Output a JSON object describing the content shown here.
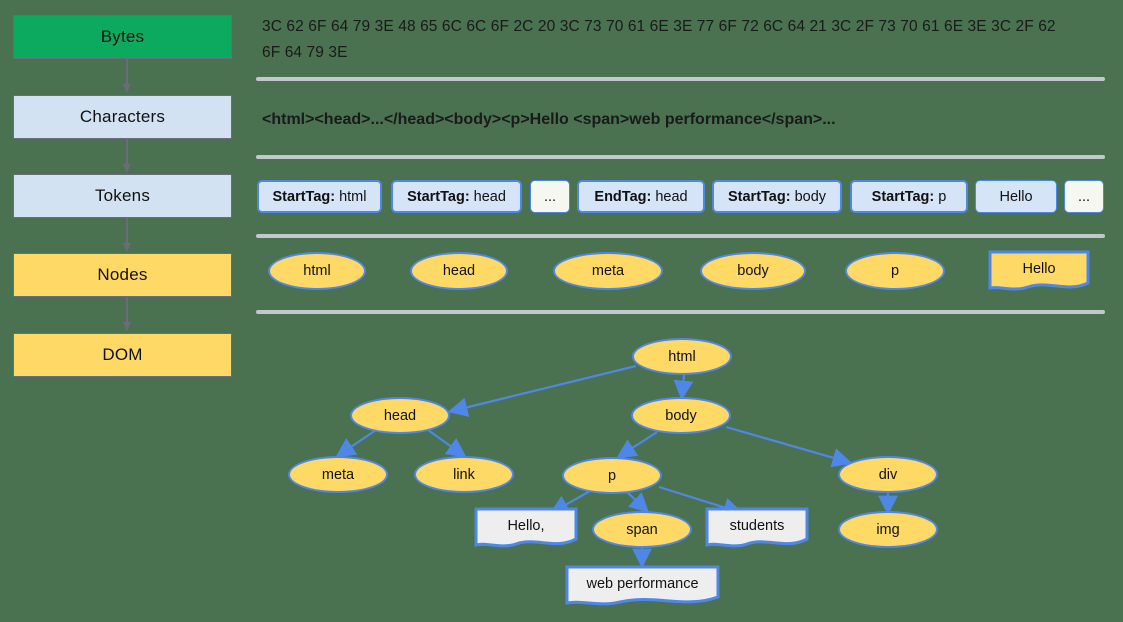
{
  "colors": {
    "background": "#4a7150",
    "bytes_fill": "#0caa5f",
    "stage_blue_fill": "#d3e2f3",
    "stage_gold_fill": "#ffd966",
    "node_fill": "#ffd966",
    "node_stroke": "#4f87e8",
    "text_node_fill": "#eeeeee",
    "divider": "#c2c8cc",
    "edge": "#4f87e8",
    "pipeline_arrow": "#6b6b7b"
  },
  "pipeline": {
    "steps": [
      {
        "label": "Bytes",
        "style": "green"
      },
      {
        "label": "Characters",
        "style": "blue"
      },
      {
        "label": "Tokens",
        "style": "blue"
      },
      {
        "label": "Nodes",
        "style": "gold"
      },
      {
        "label": "DOM",
        "style": "gold"
      }
    ]
  },
  "bytes_row": {
    "text": "3C 62 6F 64 79 3E 48 65 6C 6C 6F 2C 20 3C 73 70 61 6E 3E 77 6F 72 6C 64 21 3C 2F 73 70 61 6E 3E 3C 2F 62 6F 64 79 3E"
  },
  "characters_row": {
    "text": "<html><head>...</head><body><p>Hello <span>web performance</span>..."
  },
  "tokens_row": {
    "tokens": [
      {
        "kind": "StartTag:",
        "value": "html",
        "style": "tag"
      },
      {
        "kind": "StartTag:",
        "value": "head",
        "style": "tag"
      },
      {
        "kind": "",
        "value": "...",
        "style": "ellip"
      },
      {
        "kind": "EndTag:",
        "value": "head",
        "style": "tag"
      },
      {
        "kind": "StartTag:",
        "value": "body",
        "style": "tag"
      },
      {
        "kind": "StartTag:",
        "value": "p",
        "style": "tag"
      },
      {
        "kind": "",
        "value": "Hello",
        "style": "plain"
      },
      {
        "kind": "",
        "value": "...",
        "style": "ellip"
      }
    ]
  },
  "nodes_row": {
    "nodes": [
      {
        "label": "html",
        "shape": "ellipse"
      },
      {
        "label": "head",
        "shape": "ellipse"
      },
      {
        "label": "meta",
        "shape": "ellipse"
      },
      {
        "label": "body",
        "shape": "ellipse"
      },
      {
        "label": "p",
        "shape": "ellipse"
      },
      {
        "label": "Hello",
        "shape": "document"
      }
    ]
  },
  "dom_tree": {
    "nodes": [
      {
        "id": "html",
        "label": "html",
        "shape": "ellipse"
      },
      {
        "id": "head",
        "label": "head",
        "shape": "ellipse"
      },
      {
        "id": "body",
        "label": "body",
        "shape": "ellipse"
      },
      {
        "id": "meta",
        "label": "meta",
        "shape": "ellipse"
      },
      {
        "id": "link",
        "label": "link",
        "shape": "ellipse"
      },
      {
        "id": "p",
        "label": "p",
        "shape": "ellipse"
      },
      {
        "id": "div",
        "label": "div",
        "shape": "ellipse"
      },
      {
        "id": "hello",
        "label": "Hello,",
        "shape": "document"
      },
      {
        "id": "span",
        "label": "span",
        "shape": "ellipse"
      },
      {
        "id": "stud",
        "label": "students",
        "shape": "document"
      },
      {
        "id": "img",
        "label": "img",
        "shape": "ellipse"
      },
      {
        "id": "webperf",
        "label": "web performance",
        "shape": "document"
      }
    ],
    "edges": [
      [
        "html",
        "head"
      ],
      [
        "html",
        "body"
      ],
      [
        "head",
        "meta"
      ],
      [
        "head",
        "link"
      ],
      [
        "body",
        "p"
      ],
      [
        "body",
        "div"
      ],
      [
        "p",
        "hello"
      ],
      [
        "p",
        "span"
      ],
      [
        "p",
        "stud"
      ],
      [
        "div",
        "img"
      ],
      [
        "span",
        "webperf"
      ]
    ]
  }
}
